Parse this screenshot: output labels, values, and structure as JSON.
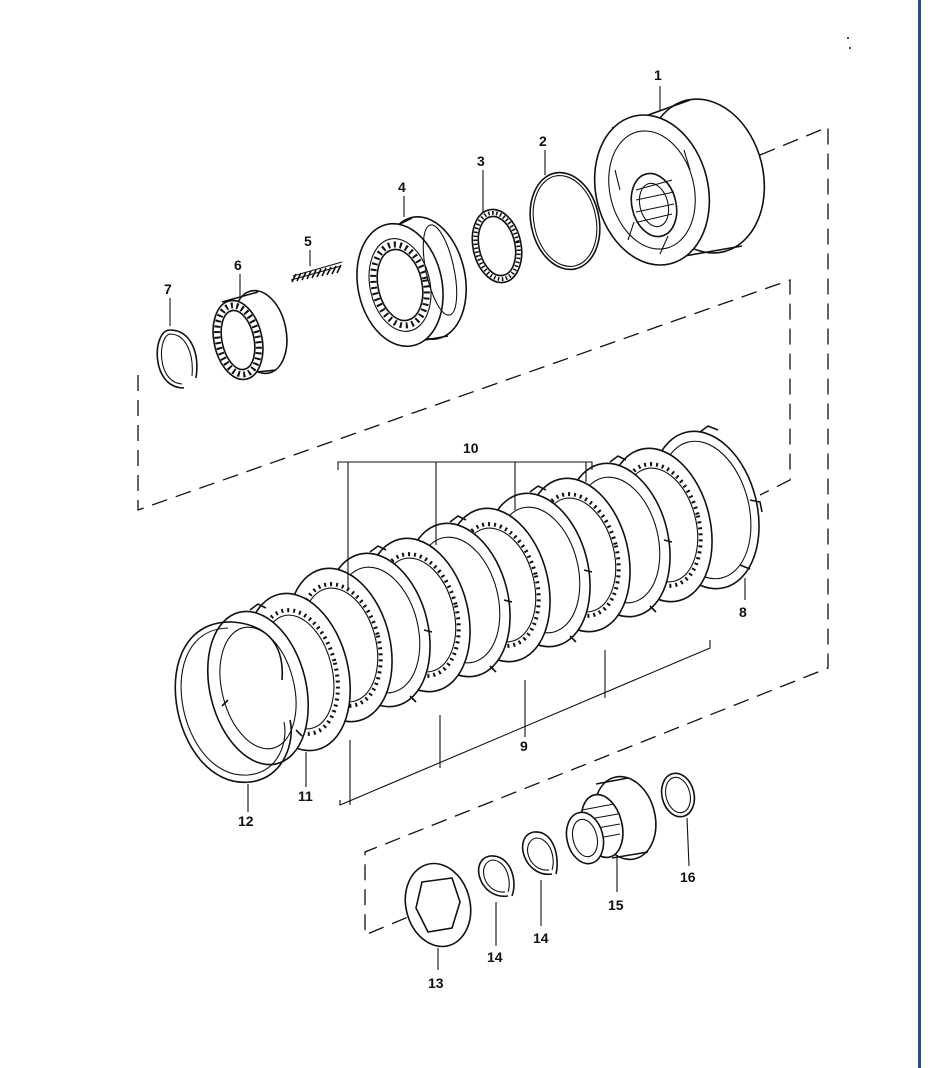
{
  "callouts": [
    {
      "id": "c1",
      "label": "1"
    },
    {
      "id": "c2",
      "label": "2"
    },
    {
      "id": "c3",
      "label": "3"
    },
    {
      "id": "c4",
      "label": "4"
    },
    {
      "id": "c5",
      "label": "5"
    },
    {
      "id": "c6",
      "label": "6"
    },
    {
      "id": "c7",
      "label": "7"
    },
    {
      "id": "c8",
      "label": "8"
    },
    {
      "id": "c9",
      "label": "9"
    },
    {
      "id": "c10",
      "label": "10"
    },
    {
      "id": "c11",
      "label": "11"
    },
    {
      "id": "c12",
      "label": "12"
    },
    {
      "id": "c13",
      "label": "13"
    },
    {
      "id": "c14a",
      "label": "14"
    },
    {
      "id": "c14b",
      "label": "14"
    },
    {
      "id": "c15",
      "label": "15"
    },
    {
      "id": "c16",
      "label": "16"
    }
  ],
  "colors": {
    "line": "#111111",
    "background": "#ffffff",
    "edge": "#2a4a7a"
  }
}
